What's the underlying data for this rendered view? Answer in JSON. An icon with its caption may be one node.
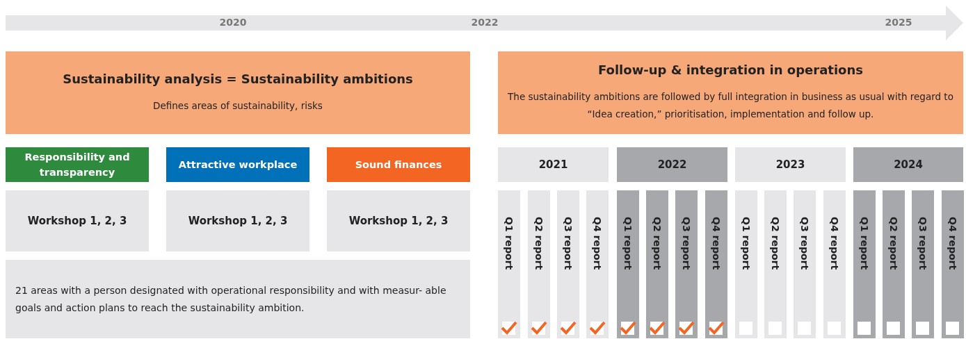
{
  "diagram": {
    "nodes": [
      {
        "text": [
          "Sustainability analysis = Sustainability ambitions",
          "Defines areas of sustainability, risks"
        ]
      },
      {
        "text": [
          "Responsibility and transparency"
        ]
      },
      {
        "text": [
          "Attractive workplace"
        ]
      },
      {
        "text": [
          "Sound finances"
        ]
      },
      {
        "text": [
          "Workshop 1, 2, 3"
        ]
      },
      {
        "text": [
          "Workshop 1, 2, 3"
        ]
      },
      {
        "text": [
          "Workshop 1, 2, 3"
        ]
      },
      {
        "text": [
          "21 areas with a person designated with operational responsibility and with measur- able goals and action plans to reach the sustainability ambition."
        ]
      },
      {
        "text": [
          "Follow-up & integration in operations",
          "The sustainability ambitions are followed by full integration in business as usual with regard to “Idea creation,” prioritisation, implementation and follow up."
        ]
      },
      {
        "text": [
          "2021"
        ]
      },
      {
        "text": [
          "2022"
        ]
      },
      {
        "text": [
          "2023"
        ]
      },
      {
        "text": [
          "2024"
        ]
      },
      {
        "text": [
          "Q1 report"
        ]
      },
      {
        "text": [
          "Q2 report"
        ]
      },
      {
        "text": [
          "Q3 report"
        ]
      },
      {
        "text": [
          "Q4 report"
        ]
      },
      {
        "text": [
          "Q1 report"
        ]
      },
      {
        "text": [
          "Q2 report"
        ]
      },
      {
        "text": [
          "Q3 report"
        ]
      },
      {
        "text": [
          "Q4 report"
        ]
      },
      {
        "text": [
          "Q1 report"
        ]
      },
      {
        "text": [
          "Q2 report"
        ]
      },
      {
        "text": [
          "Q3 report"
        ]
      },
      {
        "text": [
          "Q4 report"
        ]
      },
      {
        "text": [
          "Q1 report"
        ]
      },
      {
        "text": [
          "Q2 report"
        ]
      },
      {
        "text": [
          "Q3 report"
        ]
      },
      {
        "text": [
          "Q4 report"
        ]
      }
    ],
    "edges": [],
    "labels": [
      "2020",
      "2022",
      "2025"
    ]
  }
}
